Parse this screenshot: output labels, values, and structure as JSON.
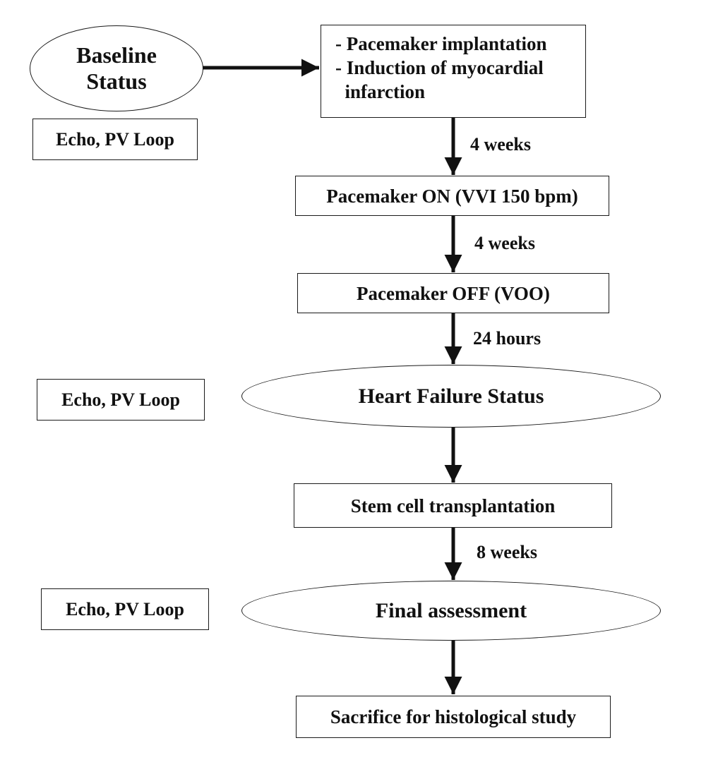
{
  "nodes": {
    "baseline": [
      "Baseline",
      "Status"
    ],
    "procedure_items": [
      "- Pacemaker implantation",
      "- Induction of myocardial",
      "  infarction"
    ],
    "pacemaker_on": "Pacemaker ON (VVI 150 bpm)",
    "pacemaker_off": "Pacemaker OFF (VOO)",
    "heart_failure": "Heart Failure Status",
    "stem_cell": "Stem cell transplantation",
    "final_assessment": "Final assessment",
    "sacrifice": "Sacrifice for histological study"
  },
  "assessments": {
    "baseline": "Echo, PV Loop",
    "heart_failure": "Echo, PV Loop",
    "final": "Echo, PV Loop"
  },
  "intervals": {
    "after_procedure": "4 weeks",
    "after_pacing_on": "4 weeks",
    "after_pacing_off": "24 hours",
    "after_transplant": "8 weeks"
  }
}
